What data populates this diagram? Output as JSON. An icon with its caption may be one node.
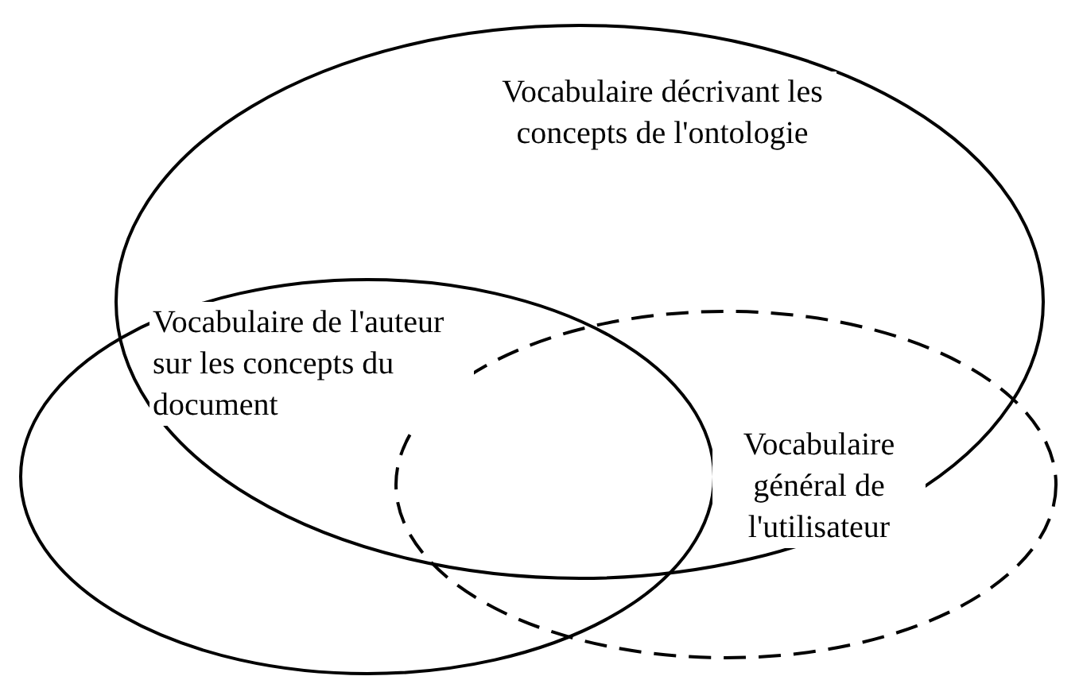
{
  "diagram": {
    "nodes": [
      {
        "text": [
          "Vocabulaire décrivant les concepts de l'ontologie"
        ]
      },
      {
        "text": [
          "Vocabulaire de l'auteur sur les concepts du document"
        ]
      },
      {
        "text": [
          "Vocabulaire général de l'utilisateur"
        ]
      }
    ]
  }
}
